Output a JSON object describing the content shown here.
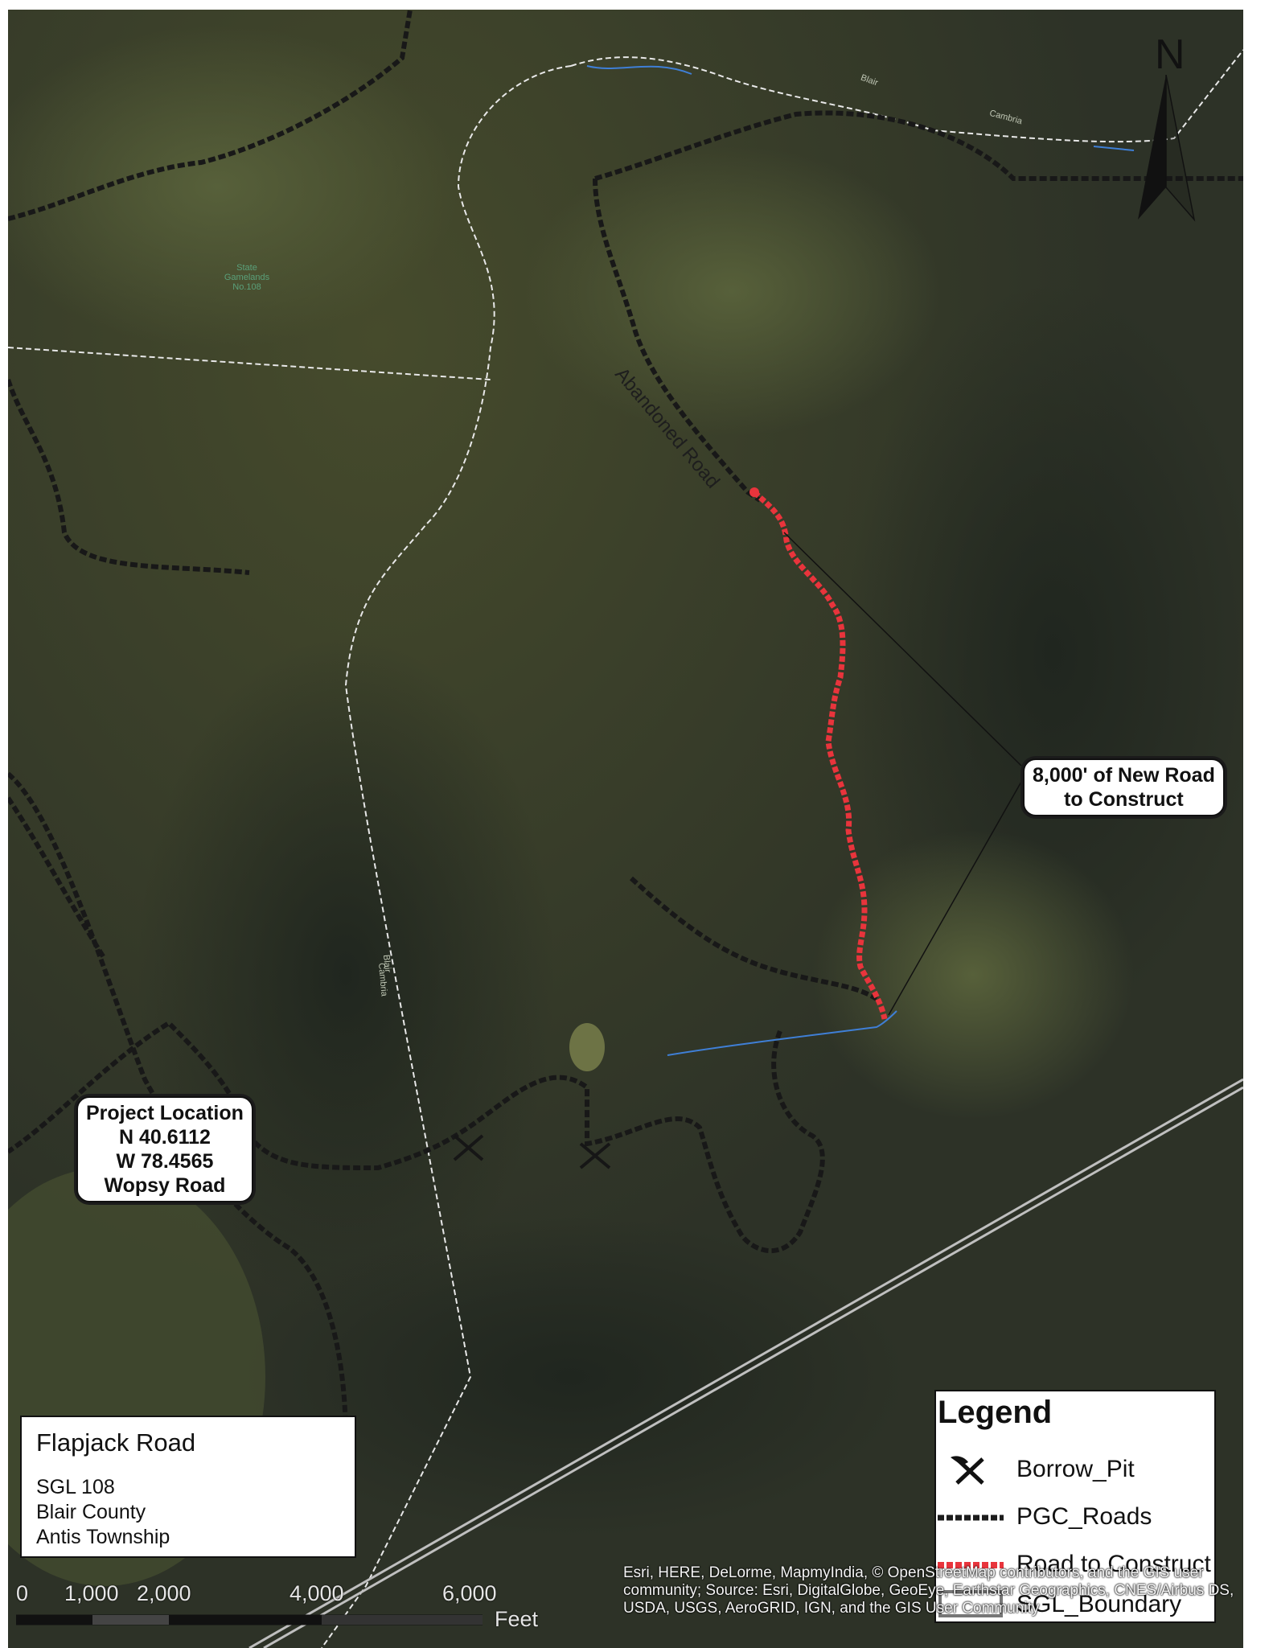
{
  "map": {
    "road_label": "Abandoned Road",
    "stream_labels": [
      "Blair",
      "Cambria",
      "Blair",
      "Cambria"
    ],
    "area_label": "State Gamelands No.108"
  },
  "callouts": {
    "new_road": [
      "8,000' of New Road",
      "to Construct"
    ],
    "project": [
      "Project Location",
      "N 40.6112",
      "W 78.4565",
      "Wopsy Road"
    ]
  },
  "title_box": {
    "title": "Flapjack Road",
    "lines": [
      "SGL 108",
      "Blair County",
      "Antis Township"
    ]
  },
  "legend": {
    "title": "Legend",
    "items": [
      {
        "label": "Borrow_Pit",
        "symbol": "pickaxe-icon"
      },
      {
        "label": "PGC_Roads",
        "symbol": "dashed-dark-line"
      },
      {
        "label": "Road to Construct",
        "symbol": "dashed-red-line"
      },
      {
        "label": "SGL_Boundary",
        "symbol": "hollow-box"
      }
    ]
  },
  "north_arrow": {
    "letter": "N"
  },
  "scale_bar": {
    "ticks": [
      "0",
      "1,000",
      "2,000",
      "4,000",
      "6,000"
    ],
    "unit": "Feet"
  },
  "credits": "Esri, HERE, DeLorme, MapmyIndia, © OpenStreetMap contributors, and the GIS user community; Source: Esri, DigitalGlobe, GeoEye, Earthstar Geographics, CNES/Airbus DS, USDA, USGS, AeroGRID, IGN, and the GIS User Community",
  "colors": {
    "road_to_construct": "#e8343c",
    "pgc_roads": "#1c1c1c",
    "imagery_base": "#2f3428",
    "stream": "#3f7fd6"
  }
}
